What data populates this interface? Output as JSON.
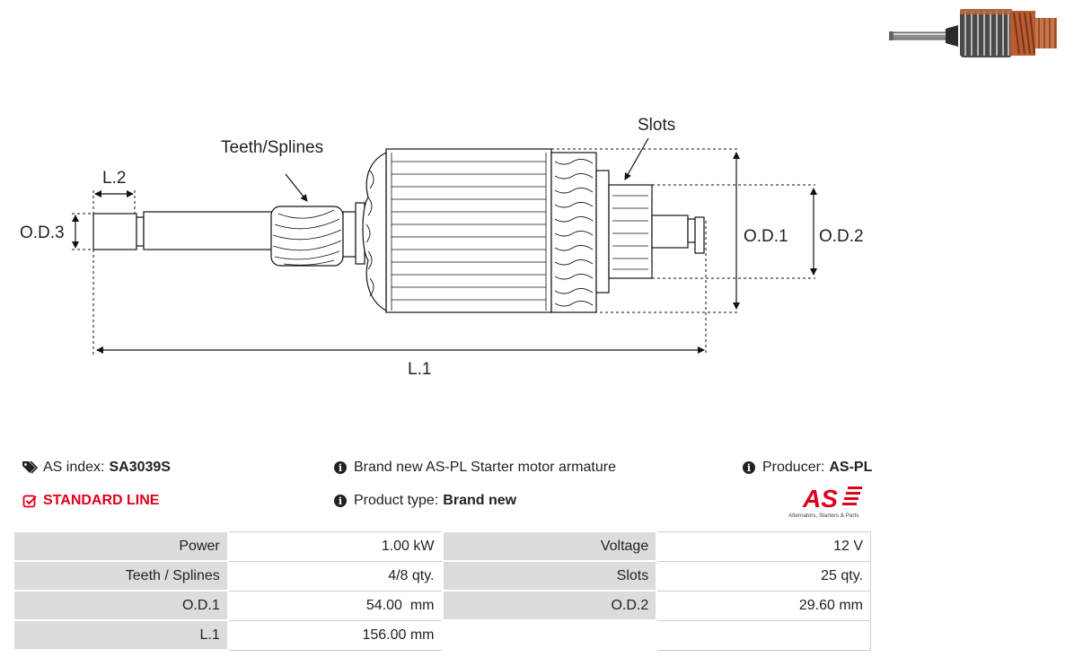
{
  "diagram": {
    "labels": {
      "teeth_splines": "Teeth/Splines",
      "slots": "Slots",
      "l2": "L.2",
      "od3": "O.D.3",
      "od1": "O.D.1",
      "od2": "O.D.2",
      "l1": "L.1"
    }
  },
  "info": {
    "as_index_label": "AS index:",
    "as_index_value": "SA3039S",
    "line_label": "STANDARD LINE",
    "description": "Brand new AS-PL Starter motor armature",
    "product_type_label": "Product type:",
    "product_type_value": "Brand new",
    "producer_label": "Producer:",
    "producer_value": "AS-PL"
  },
  "logo": {
    "mark": "AS",
    "tagline": "Alternators, Starters & Parts",
    "color": "#e0001b"
  },
  "specs": [
    {
      "label": "Power",
      "value": "1.00 kW",
      "label2": "Voltage",
      "value2": "12 V"
    },
    {
      "label": "Teeth / Splines",
      "value": "4/8 qty.",
      "label2": "Slots",
      "value2": "25 qty."
    },
    {
      "label": "O.D.1",
      "value": "54.00  mm",
      "label2": "O.D.2",
      "value2": "29.60 mm"
    },
    {
      "label": "L.1",
      "value": "156.00 mm",
      "label2": "",
      "value2": ""
    }
  ],
  "icons": {
    "tags": "tags-icon",
    "check": "check-square-icon",
    "info": "info-circle-icon"
  }
}
